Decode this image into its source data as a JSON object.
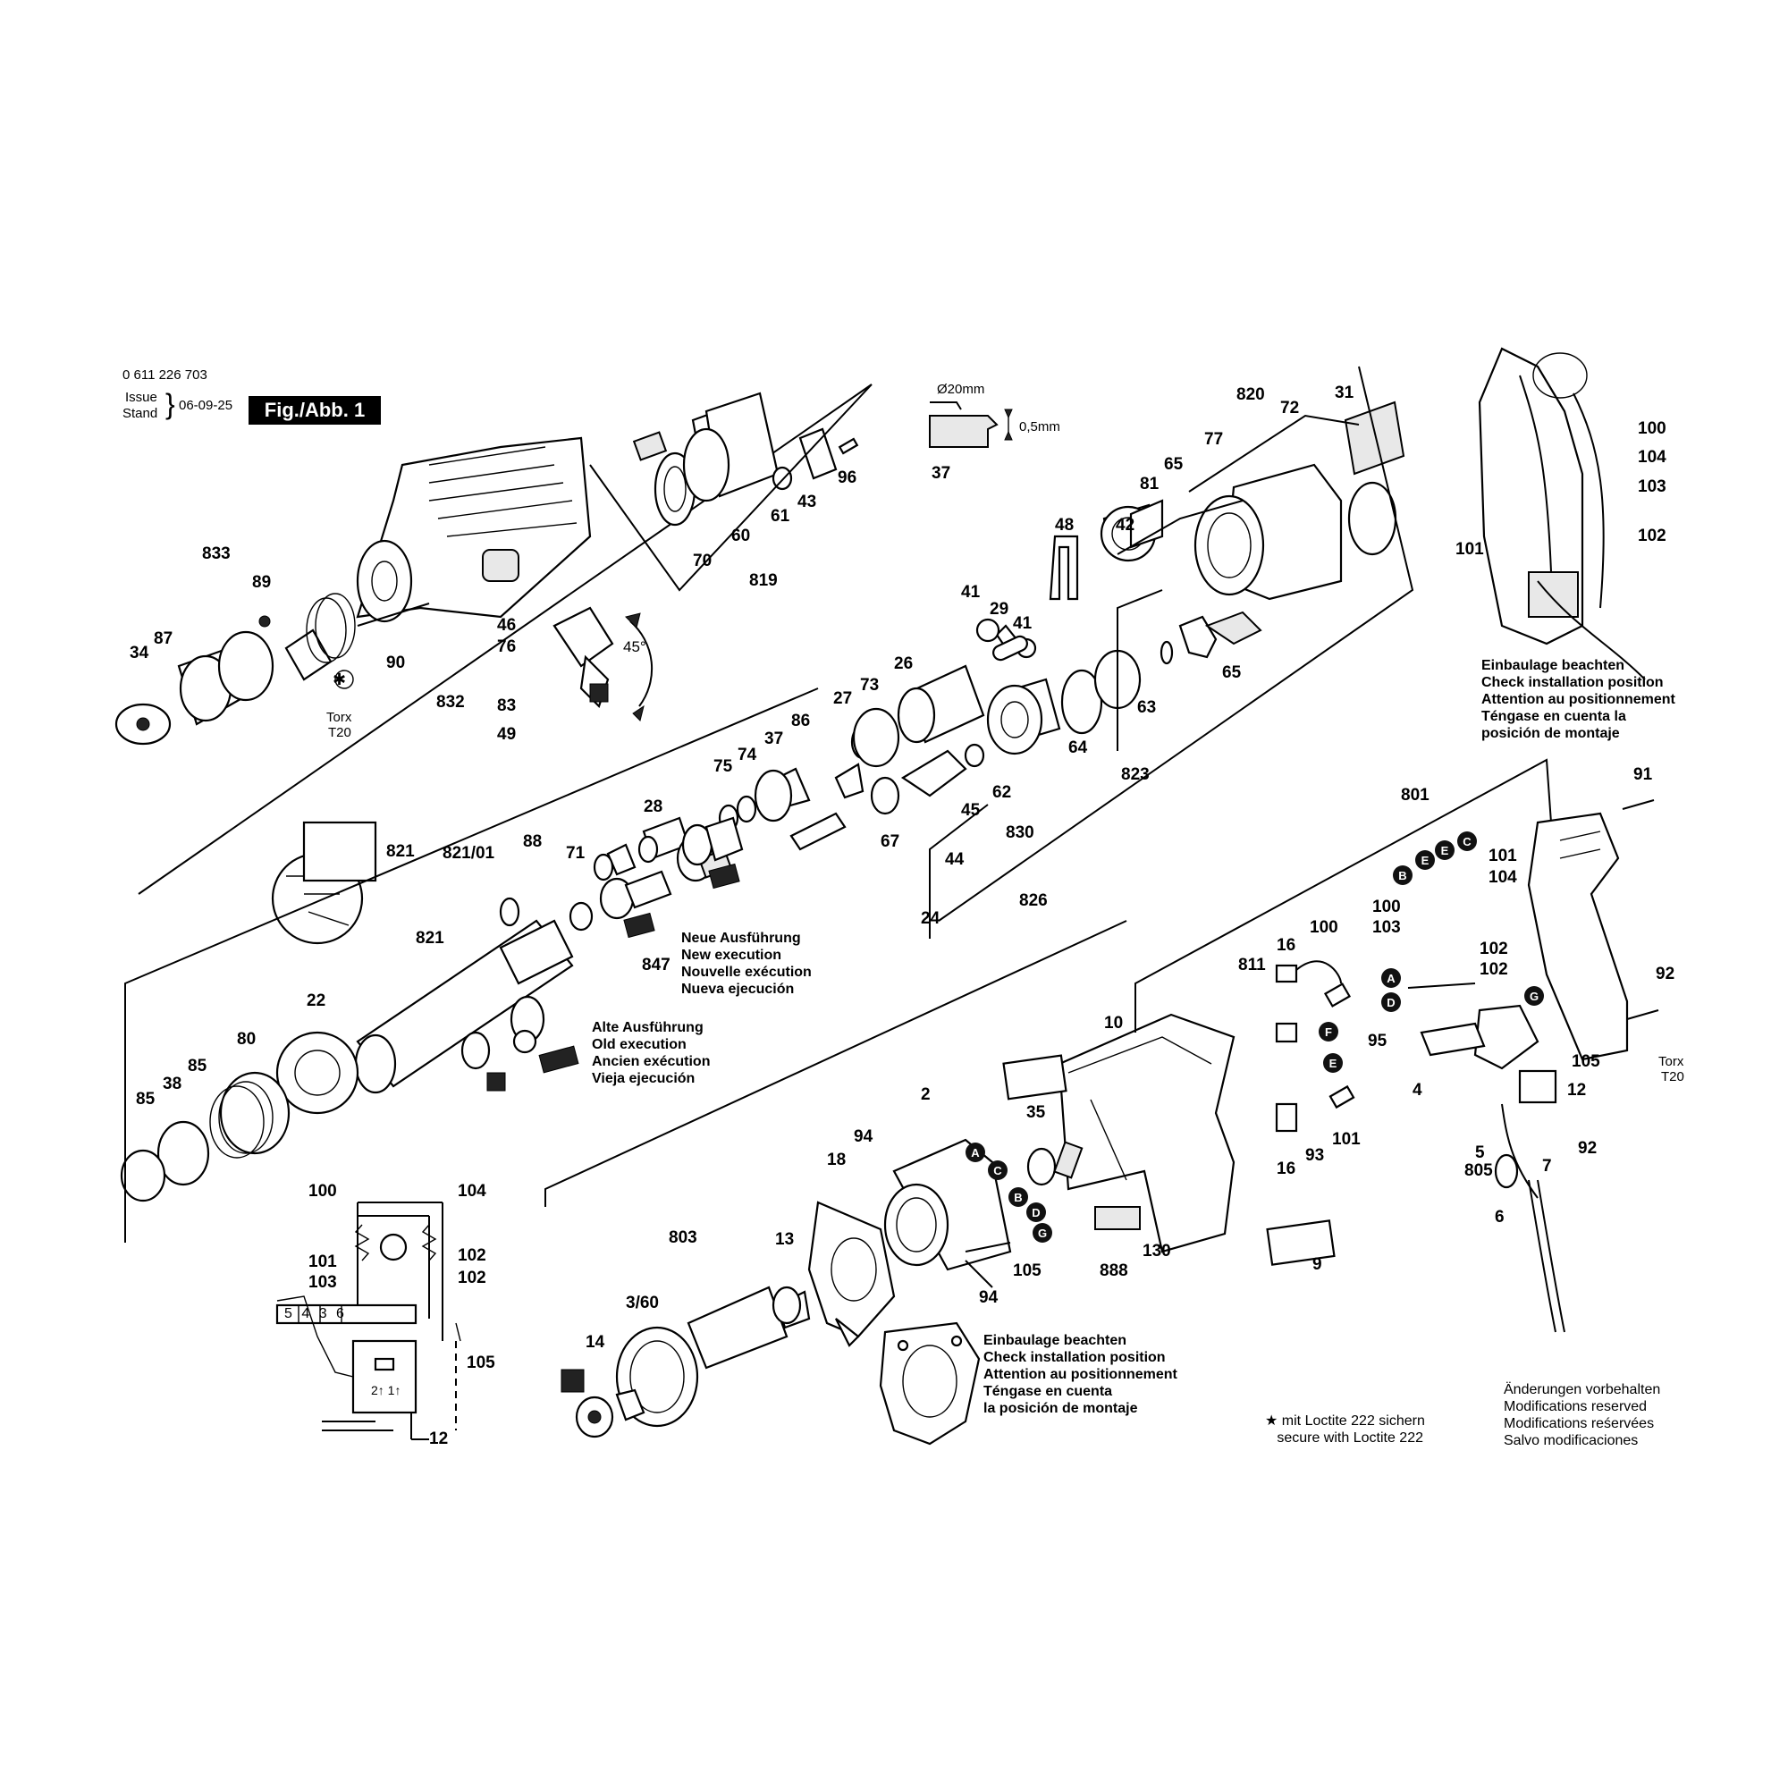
{
  "header": {
    "part_number": "0 611 226 703",
    "issue_label": "Issue",
    "stand_label": "Stand",
    "date": "06-09-25",
    "figure": "Fig./Abb. 1"
  },
  "dimension": {
    "diameter": "Ø20mm",
    "depth": "0,5mm"
  },
  "torx": {
    "label1": "Torx",
    "size1": "T20",
    "label2": "Torx",
    "size2": "T20"
  },
  "angle": "45°",
  "notes": {
    "install_top": "Einbaulage beachten\nCheck installation position\nAttention au positionnement\nTéngase en cuenta la\nposición de montaje",
    "install_bottom": "Einbaulage beachten\nCheck installation position\nAttention au positionnement\nTéngase en cuenta\nla posición de montaje",
    "new_exec": "Neue Ausführung\nNew execution\nNouvelle exécution\nNueva ejecución",
    "old_exec": "Alte Ausführung\nOld execution\nAncien exécution\nVieja ejecución",
    "loctite": "★ mit Loctite 222 sichern\n   secure with Loctite 222",
    "changes": "Änderungen vorbehalten\nModifications reserved\nModifications reśervées\nSalvo modificaciones"
  },
  "wiring": {
    "terminals": "5 4 3 6",
    "switch_terms": "2↑ 1↑"
  },
  "markers": [
    "A",
    "B",
    "C",
    "D",
    "E",
    "F",
    "G"
  ],
  "part_labels": [
    "833",
    "87",
    "34",
    "89",
    "90",
    "46",
    "76",
    "832",
    "83",
    "49",
    "70",
    "60",
    "61",
    "43",
    "96",
    "819",
    "37",
    "48",
    "42",
    "81",
    "65",
    "77",
    "820",
    "72",
    "31",
    "41",
    "29",
    "26",
    "73",
    "27",
    "63",
    "64",
    "823",
    "62",
    "830",
    "45",
    "44",
    "67",
    "24",
    "826",
    "821",
    "821/01",
    "88",
    "71",
    "28",
    "75",
    "74",
    "86",
    "847",
    "22",
    "80",
    "85",
    "38",
    "801",
    "91",
    "92",
    "16",
    "811",
    "100",
    "101",
    "104",
    "102",
    "103",
    "95",
    "4",
    "105",
    "12",
    "5",
    "805",
    "7",
    "6",
    "10",
    "35",
    "2",
    "94",
    "18",
    "803",
    "13",
    "3/60",
    "14",
    "130",
    "888",
    "9",
    "93"
  ],
  "colors": {
    "ink": "#000000",
    "paper": "#ffffff",
    "label_box": "#000000"
  }
}
